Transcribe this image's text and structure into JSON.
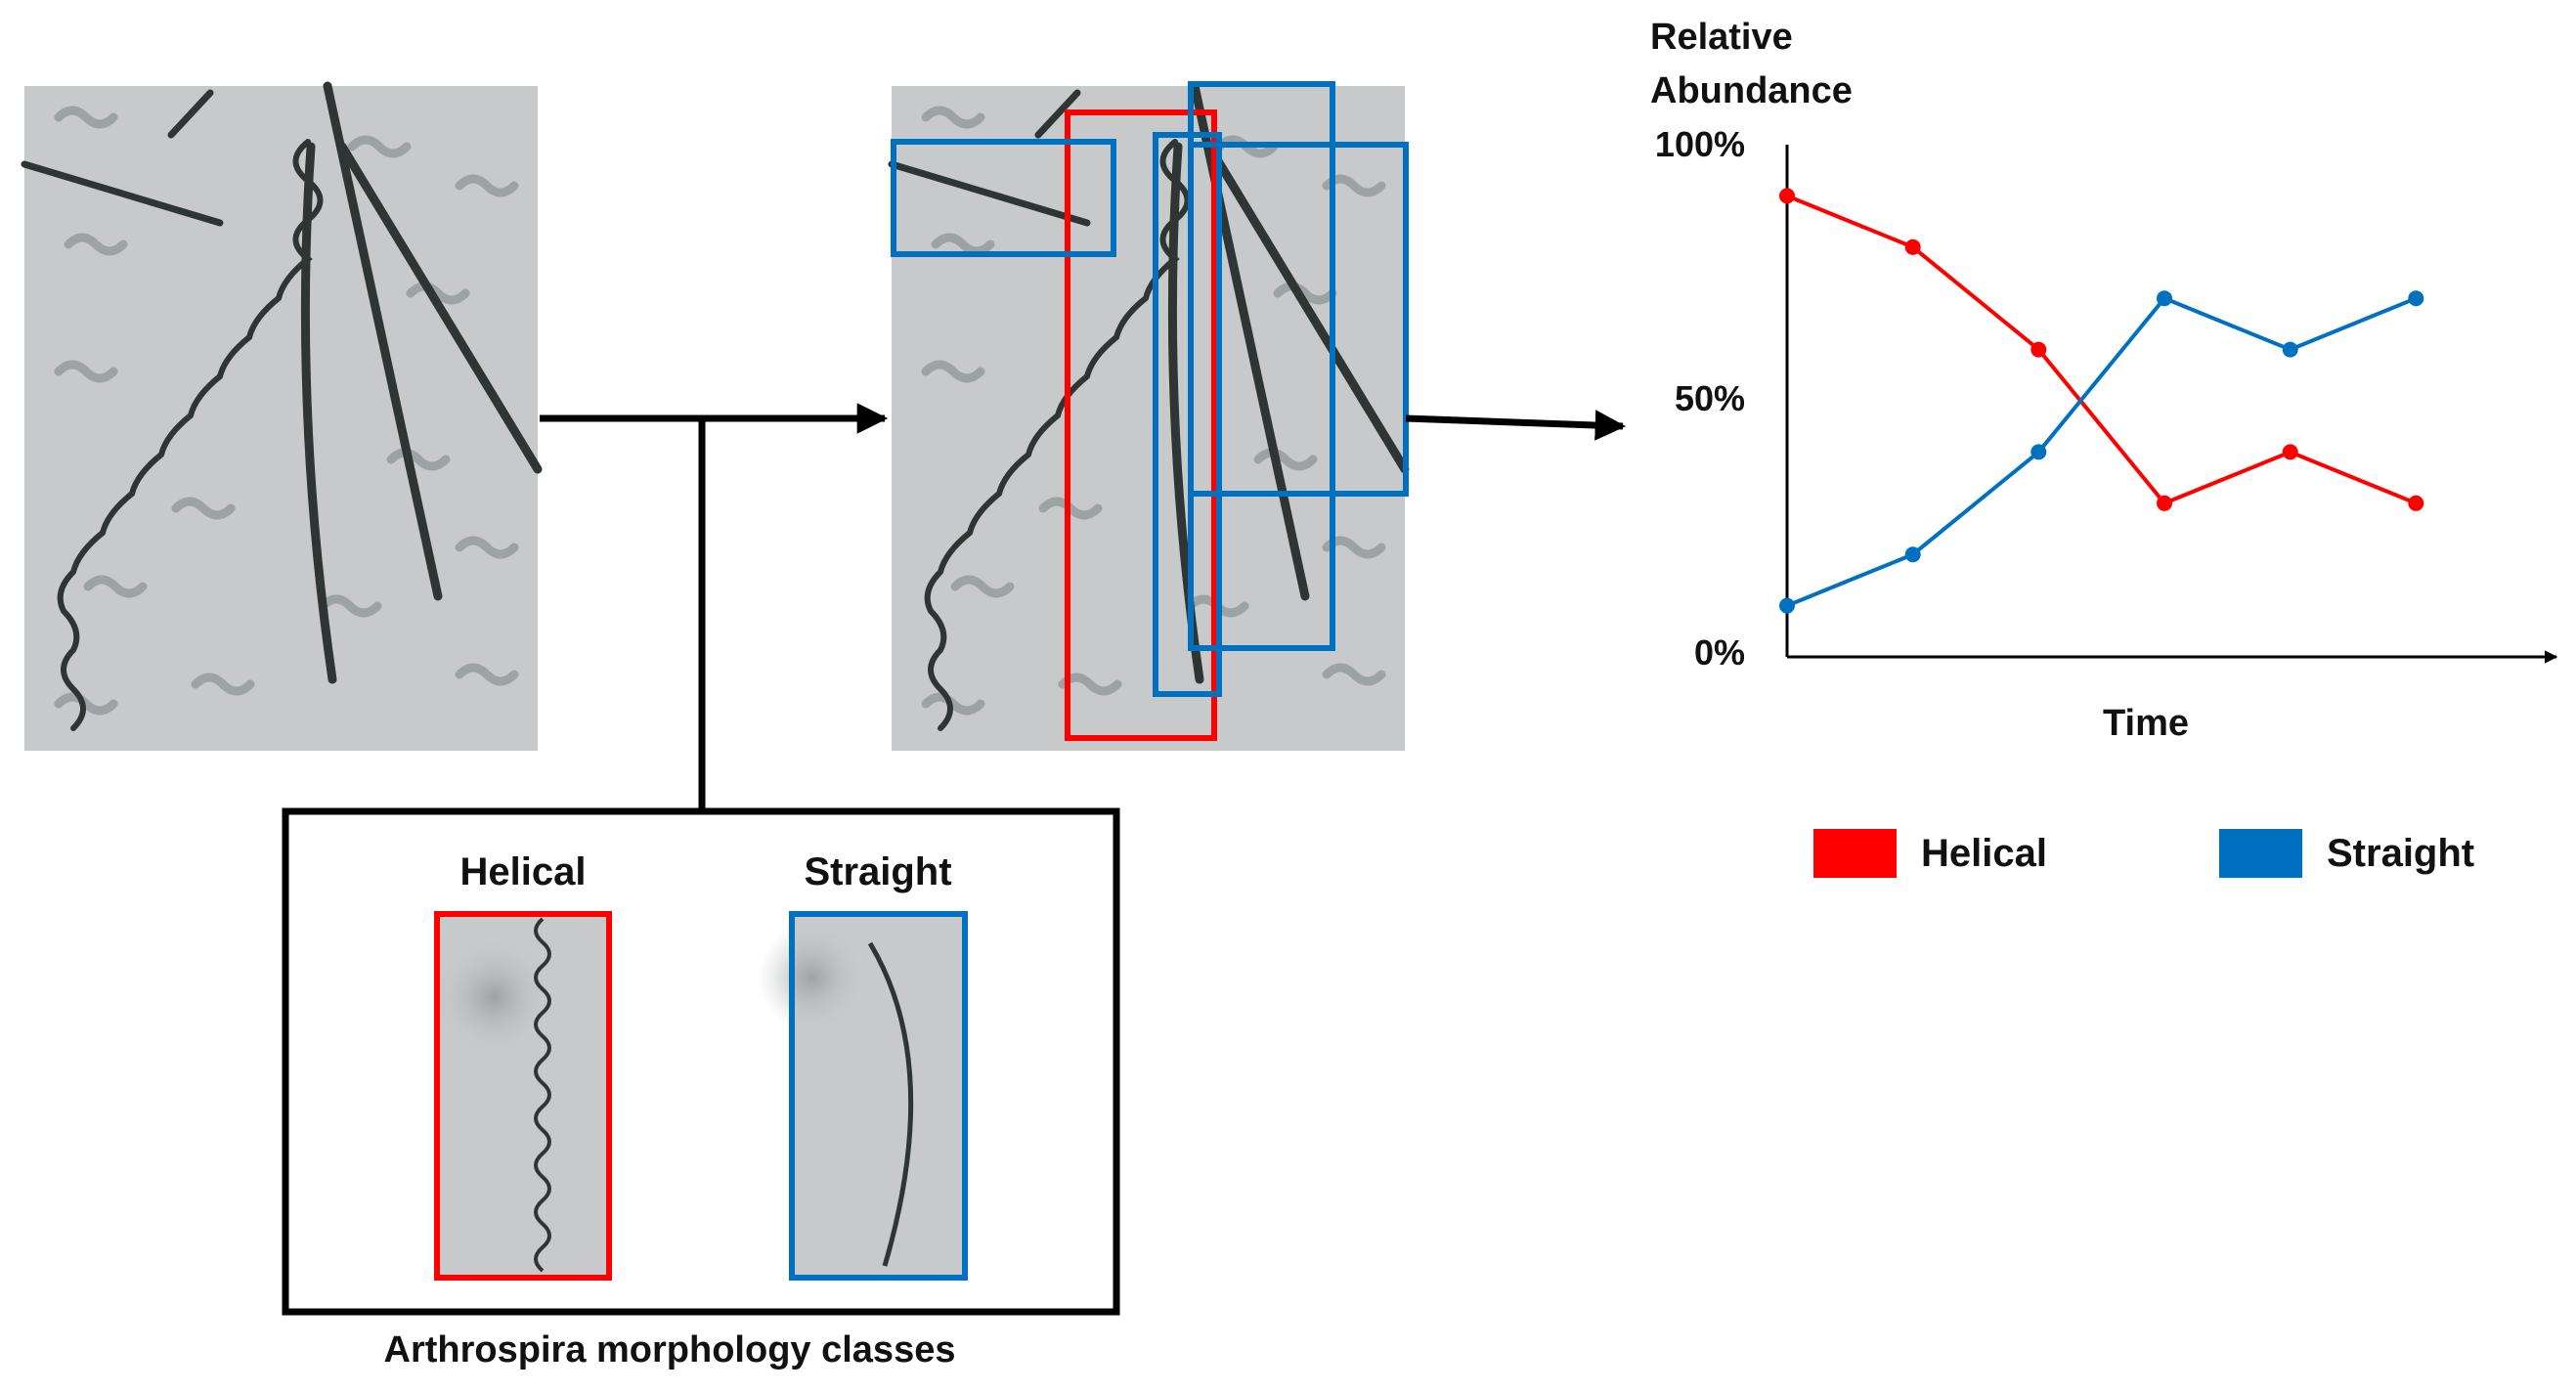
{
  "colors": {
    "helical": "#ff0000",
    "straight": "#0070c0",
    "frame": "#000000",
    "micrograph_bg": "#c7c9cb",
    "filament": "#2f3532"
  },
  "classification": {
    "caption": "Arthrospira morphology classes",
    "classes": [
      {
        "label": "Helical",
        "color": "#ff0000"
      },
      {
        "label": "Straight",
        "color": "#0070c0"
      }
    ]
  },
  "chart_data": {
    "type": "line",
    "ylabel": "Relative Abundance",
    "ylabel_lines": [
      "Relative",
      "Abundance"
    ],
    "xlabel": "Time",
    "yticks": [
      "0%",
      "50%",
      "100%"
    ],
    "ylim": [
      0,
      100
    ],
    "x": [
      1,
      2,
      3,
      4,
      5,
      6
    ],
    "xlim": [
      1,
      7
    ],
    "series": [
      {
        "name": "Helical",
        "color": "#ff0000",
        "values": [
          90,
          80,
          60,
          30,
          40,
          30
        ]
      },
      {
        "name": "Straight",
        "color": "#0070c0",
        "values": [
          10,
          20,
          40,
          70,
          60,
          70
        ]
      }
    ],
    "legend": "bottom",
    "grid": false
  }
}
